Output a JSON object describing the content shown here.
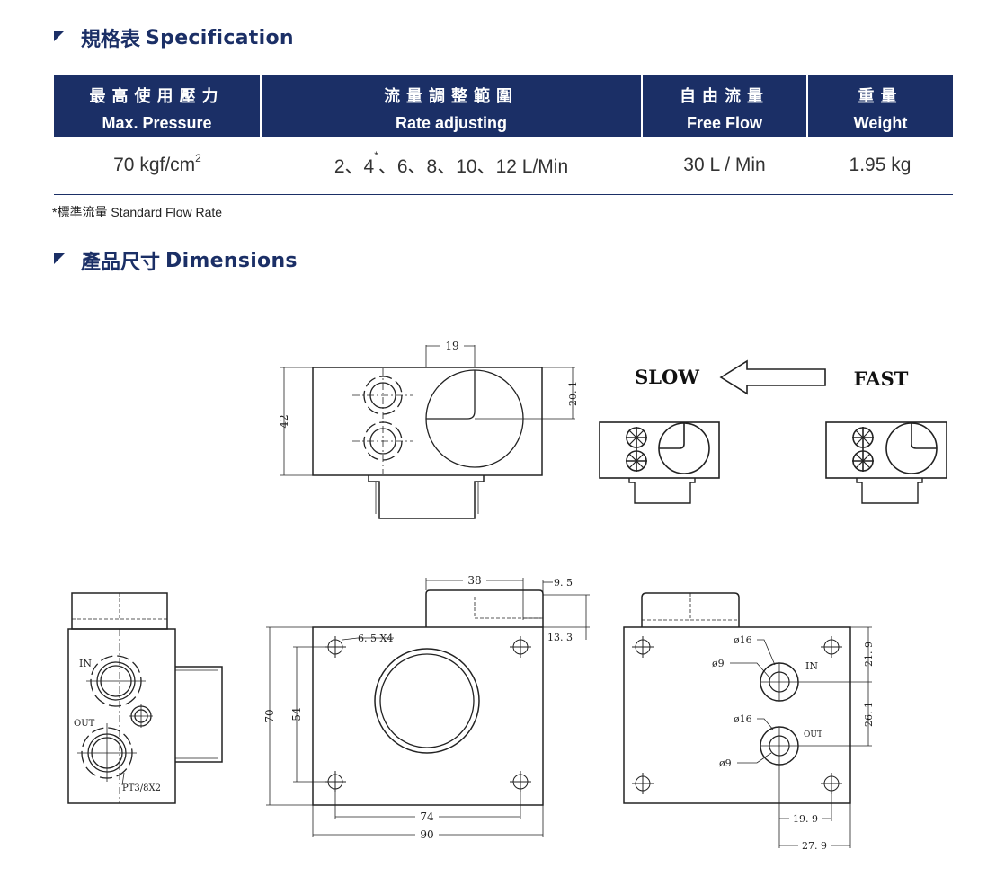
{
  "spec_section": {
    "title_zh": "規格表",
    "title_en": "Specification",
    "columns": [
      {
        "zh": "最高使用壓力",
        "en": "Max. Pressure"
      },
      {
        "zh": "流量調整範圍",
        "en": "Rate adjusting"
      },
      {
        "zh": "自由流量",
        "en": "Free Flow"
      },
      {
        "zh": "重量",
        "en": "Weight"
      }
    ],
    "row": {
      "pressure_value": "70 kgf/cm",
      "pressure_sup": "2",
      "rate_pre": "2、4",
      "rate_sup": "*",
      "rate_post": "、6、8、10、12 L/Min",
      "free_flow": "30 L / Min",
      "weight": "1.95 kg"
    },
    "footnote": "*標準流量 Standard Flow Rate"
  },
  "dim_section": {
    "title_zh": "產品尺寸",
    "title_en": "Dimensions"
  },
  "drawing": {
    "slow_label": "SLOW",
    "fast_label": "FAST",
    "dim_19": "19",
    "dim_20_1": "20. 1",
    "dim_42": "42",
    "dim_38": "38",
    "dim_9_5": "9. 5",
    "dim_13_3": "13. 3",
    "dim_hole": "6. 5 X4",
    "dim_70": "70",
    "dim_54": "54",
    "dim_74": "74",
    "dim_90": "90",
    "label_in_left": "IN",
    "label_out_left": "OUT",
    "label_pt": "PT3/8X2",
    "dia16_a": "ø16",
    "dia9_a": "ø9",
    "dia16_b": "ø16",
    "dia9_b": "ø9",
    "label_in_right": "IN",
    "label_out_right": "OUT",
    "dim_21_9": "21. 9",
    "dim_26_1": "26. 1",
    "dim_19_9": "19. 9",
    "dim_27_9": "27. 9"
  }
}
